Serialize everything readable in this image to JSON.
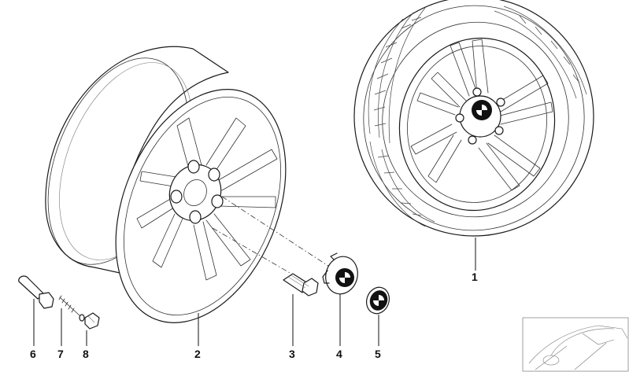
{
  "callouts": [
    {
      "id": "1",
      "label": "1"
    },
    {
      "id": "2",
      "label": "2"
    },
    {
      "id": "3",
      "label": "3"
    },
    {
      "id": "4",
      "label": "4"
    },
    {
      "id": "5",
      "label": "5"
    },
    {
      "id": "6",
      "label": "6"
    },
    {
      "id": "7",
      "label": "7"
    },
    {
      "id": "8",
      "label": "8"
    }
  ],
  "icons": {
    "assembled_wheel": "complete-wheel-tire-icon",
    "rim": "alloy-rim-icon",
    "bolt": "wheel-bolt-icon",
    "hub_cap": "hub-cap-emblem-icon",
    "emblem": "roundel-emblem-icon",
    "valve": "tire-valve-icon",
    "valve_core": "valve-core-icon",
    "valve_cap": "valve-cap-icon",
    "vehicle": "vehicle-thumbnail-icon"
  },
  "colors": {
    "line": "#1a1a1a",
    "background": "#ffffff"
  }
}
